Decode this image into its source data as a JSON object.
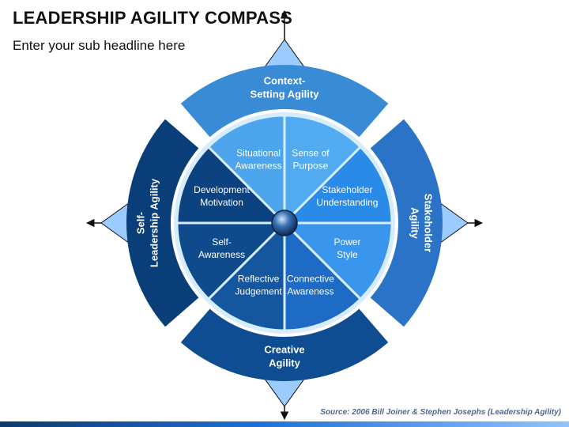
{
  "header": {
    "title": "LEADERSHIP AGILITY COMPASS",
    "subtitle": "Enter your sub headline here"
  },
  "compass": {
    "outer_segments": [
      {
        "id": "top",
        "lines": [
          "Context-",
          "Setting Agility"
        ],
        "color": "#3a8bd6"
      },
      {
        "id": "right",
        "lines": [
          "Stakeholder",
          "Agility"
        ],
        "color": "#2a73c6"
      },
      {
        "id": "bottom",
        "lines": [
          "Creative",
          "Agility"
        ],
        "color": "#0f4d92"
      },
      {
        "id": "left",
        "lines": [
          "Self-",
          "Leadership Agility"
        ],
        "color": "#0a3e79"
      }
    ],
    "inner_segments": [
      {
        "id": "sense-of-purpose",
        "lines": [
          "Sense of",
          "Purpose"
        ],
        "color": "#52aaf0"
      },
      {
        "id": "stakeholder-understanding",
        "lines": [
          "Stakeholder",
          "Understanding"
        ],
        "color": "#2a8ae8"
      },
      {
        "id": "power-style",
        "lines": [
          "Power",
          "Style"
        ],
        "color": "#3a96ec"
      },
      {
        "id": "connective-awareness",
        "lines": [
          "Connective",
          "Awareness"
        ],
        "color": "#1d6bc4"
      },
      {
        "id": "reflective-judgement",
        "lines": [
          "Reflective",
          "Judgement"
        ],
        "color": "#14579f"
      },
      {
        "id": "self-awareness",
        "lines": [
          "Self-",
          "Awareness"
        ],
        "color": "#0f4b8c"
      },
      {
        "id": "development-motivation",
        "lines": [
          "Development",
          "Motivation"
        ],
        "color": "#0c4280"
      },
      {
        "id": "situational-awareness",
        "lines": [
          "Situational",
          "Awareness"
        ],
        "color": "#4ca4ec"
      }
    ],
    "pointer_color": "#9ccbff",
    "ring_color": "#d6ecff"
  },
  "footer": {
    "source": "Source: 2006 Bill Joiner & Stephen Josephs (Leadership Agility)"
  }
}
